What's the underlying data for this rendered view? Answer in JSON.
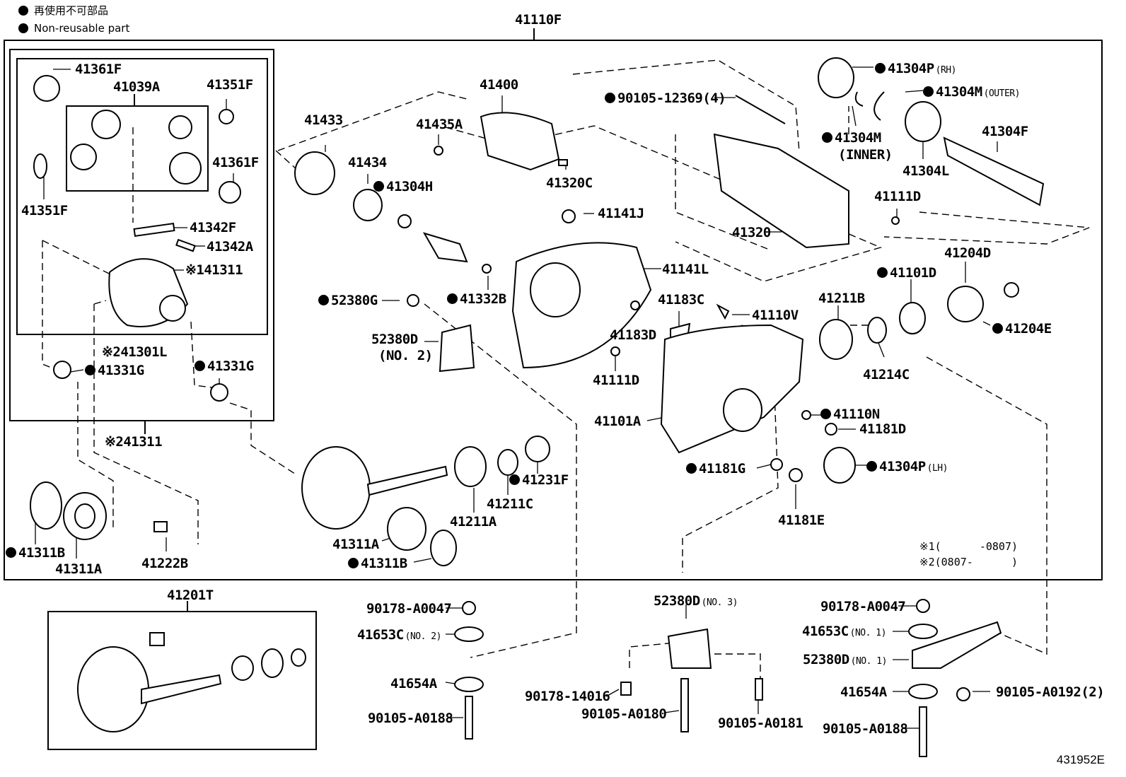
{
  "legend": {
    "japanese": "再使用不可部品",
    "english": "Non-reusable part"
  },
  "labels": [
    {
      "id": "41110F",
      "text": "41110F",
      "dot": false,
      "q": ""
    },
    {
      "id": "41361F-a",
      "text": "41361F",
      "dot": false,
      "q": ""
    },
    {
      "id": "41039A",
      "text": "41039A",
      "dot": false,
      "q": ""
    },
    {
      "id": "41351F-a",
      "text": "41351F",
      "dot": false,
      "q": ""
    },
    {
      "id": "41361F-b",
      "text": "41361F",
      "dot": false,
      "q": ""
    },
    {
      "id": "41351F-b",
      "text": "41351F",
      "dot": false,
      "q": ""
    },
    {
      "id": "41342F",
      "text": "41342F",
      "dot": false,
      "q": ""
    },
    {
      "id": "41342A",
      "text": "41342A",
      "dot": false,
      "q": ""
    },
    {
      "id": "41311-m1",
      "text": "※141311",
      "dot": false,
      "q": ""
    },
    {
      "id": "41301L",
      "text": "※241301L",
      "dot": false,
      "q": ""
    },
    {
      "id": "41331G-a",
      "text": "41331G",
      "dot": true,
      "q": ""
    },
    {
      "id": "41331G-b",
      "text": "41331G",
      "dot": true,
      "q": ""
    },
    {
      "id": "41311-m2",
      "text": "※241311",
      "dot": false,
      "q": ""
    },
    {
      "id": "41311B-a",
      "text": "41311B",
      "dot": true,
      "q": ""
    },
    {
      "id": "41311A-a",
      "text": "41311A",
      "dot": false,
      "q": ""
    },
    {
      "id": "41222B",
      "text": "41222B",
      "dot": false,
      "q": ""
    },
    {
      "id": "41433",
      "text": "41433",
      "dot": false,
      "q": ""
    },
    {
      "id": "41434",
      "text": "41434",
      "dot": false,
      "q": ""
    },
    {
      "id": "41304H",
      "text": "41304H",
      "dot": true,
      "q": ""
    },
    {
      "id": "41400",
      "text": "41400",
      "dot": false,
      "q": ""
    },
    {
      "id": "41435A",
      "text": "41435A",
      "dot": false,
      "q": ""
    },
    {
      "id": "41320C",
      "text": "41320C",
      "dot": false,
      "q": ""
    },
    {
      "id": "52380G",
      "text": "52380G",
      "dot": true,
      "q": ""
    },
    {
      "id": "41332B",
      "text": "41332B",
      "dot": true,
      "q": ""
    },
    {
      "id": "52380D-2",
      "text": "52380D",
      "dot": false,
      "q": ""
    },
    {
      "id": "52380D-2q",
      "text": "(NO. 2)",
      "dot": false,
      "q": ""
    },
    {
      "id": "41141J",
      "text": "41141J",
      "dot": false,
      "q": ""
    },
    {
      "id": "41141L",
      "text": "41141L",
      "dot": false,
      "q": ""
    },
    {
      "id": "41183C",
      "text": "41183C",
      "dot": false,
      "q": ""
    },
    {
      "id": "41183D",
      "text": "41183D",
      "dot": false,
      "q": ""
    },
    {
      "id": "41111D-a",
      "text": "41111D",
      "dot": false,
      "q": ""
    },
    {
      "id": "41110V",
      "text": "41110V",
      "dot": false,
      "q": ""
    },
    {
      "id": "41311A-b",
      "text": "41311A",
      "dot": false,
      "q": ""
    },
    {
      "id": "41311B-b",
      "text": "41311B",
      "dot": true,
      "q": ""
    },
    {
      "id": "41211A",
      "text": "41211A",
      "dot": false,
      "q": ""
    },
    {
      "id": "41211C",
      "text": "41211C",
      "dot": false,
      "q": ""
    },
    {
      "id": "41231F",
      "text": "41231F",
      "dot": true,
      "q": ""
    },
    {
      "id": "90105-12369",
      "text": "90105-12369(4)",
      "dot": true,
      "q": ""
    },
    {
      "id": "41320",
      "text": "41320",
      "dot": false,
      "q": ""
    },
    {
      "id": "41304P-rh",
      "text": "41304P",
      "dot": true,
      "q": "(RH)"
    },
    {
      "id": "41304M-outer",
      "text": "41304M",
      "dot": true,
      "q": "(OUTER)"
    },
    {
      "id": "41304M-inner",
      "text": "41304M",
      "dot": true,
      "q": ""
    },
    {
      "id": "41304M-inner-q",
      "text": "(INNER)",
      "dot": false,
      "q": ""
    },
    {
      "id": "41304F",
      "text": "41304F",
      "dot": false,
      "q": ""
    },
    {
      "id": "41304L",
      "text": "41304L",
      "dot": false,
      "q": ""
    },
    {
      "id": "41111D-b",
      "text": "41111D",
      "dot": false,
      "q": ""
    },
    {
      "id": "41204D",
      "text": "41204D",
      "dot": false,
      "q": ""
    },
    {
      "id": "41101D",
      "text": "41101D",
      "dot": true,
      "q": ""
    },
    {
      "id": "41211B",
      "text": "41211B",
      "dot": false,
      "q": ""
    },
    {
      "id": "41204E",
      "text": "41204E",
      "dot": true,
      "q": ""
    },
    {
      "id": "41214C",
      "text": "41214C",
      "dot": false,
      "q": ""
    },
    {
      "id": "41101A",
      "text": "41101A",
      "dot": false,
      "q": ""
    },
    {
      "id": "41110N",
      "text": "41110N",
      "dot": true,
      "q": ""
    },
    {
      "id": "41181D",
      "text": "41181D",
      "dot": false,
      "q": ""
    },
    {
      "id": "41181G",
      "text": "41181G",
      "dot": true,
      "q": ""
    },
    {
      "id": "41304P-lh",
      "text": "41304P",
      "dot": true,
      "q": "(LH)"
    },
    {
      "id": "41181E",
      "text": "41181E",
      "dot": false,
      "q": ""
    },
    {
      "id": "41201T",
      "text": "41201T",
      "dot": false,
      "q": ""
    },
    {
      "id": "90178-A0047-a",
      "text": "90178-A0047",
      "dot": false,
      "q": ""
    },
    {
      "id": "41653C-2",
      "text": "41653C",
      "dot": false,
      "q": "(NO. 2)"
    },
    {
      "id": "41654A-a",
      "text": "41654A",
      "dot": false,
      "q": ""
    },
    {
      "id": "90105-A0188-a",
      "text": "90105-A0188",
      "dot": false,
      "q": ""
    },
    {
      "id": "52380D-3",
      "text": "52380D",
      "dot": false,
      "q": "(NO. 3)"
    },
    {
      "id": "90178-14016",
      "text": "90178-14016",
      "dot": false,
      "q": ""
    },
    {
      "id": "90105-A0180",
      "text": "90105-A0180",
      "dot": false,
      "q": ""
    },
    {
      "id": "90105-A0181",
      "text": "90105-A0181",
      "dot": false,
      "q": ""
    },
    {
      "id": "90178-A0047-b",
      "text": "90178-A0047",
      "dot": false,
      "q": ""
    },
    {
      "id": "41653C-1",
      "text": "41653C",
      "dot": false,
      "q": "(NO. 1)"
    },
    {
      "id": "52380D-1",
      "text": "52380D",
      "dot": false,
      "q": "(NO. 1)"
    },
    {
      "id": "41654A-b",
      "text": "41654A",
      "dot": false,
      "q": ""
    },
    {
      "id": "90105-A0192",
      "text": "90105-A0192(2)",
      "dot": false,
      "q": ""
    },
    {
      "id": "90105-A0188-b",
      "text": "90105-A0188",
      "dot": false,
      "q": ""
    }
  ],
  "notes": {
    "note1": "※1(      -0807)",
    "note2": "※2(0807-      )"
  },
  "diagram_code": "431952E"
}
